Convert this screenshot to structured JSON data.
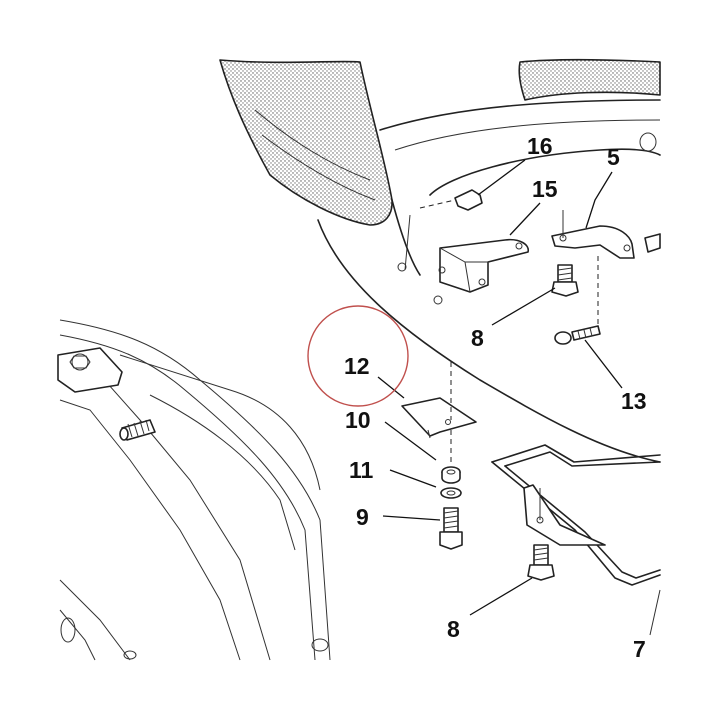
{
  "diagram": {
    "highlight_color": "#c0504d",
    "callouts": [
      {
        "id": "16",
        "text": "16"
      },
      {
        "id": "5",
        "text": "5"
      },
      {
        "id": "15",
        "text": "15"
      },
      {
        "id": "8a",
        "text": "8"
      },
      {
        "id": "12",
        "text": "12"
      },
      {
        "id": "13",
        "text": "13"
      },
      {
        "id": "10",
        "text": "10"
      },
      {
        "id": "11",
        "text": "11"
      },
      {
        "id": "9",
        "text": "9"
      },
      {
        "id": "8b",
        "text": "8"
      },
      {
        "id": "7",
        "text": "7"
      }
    ]
  }
}
